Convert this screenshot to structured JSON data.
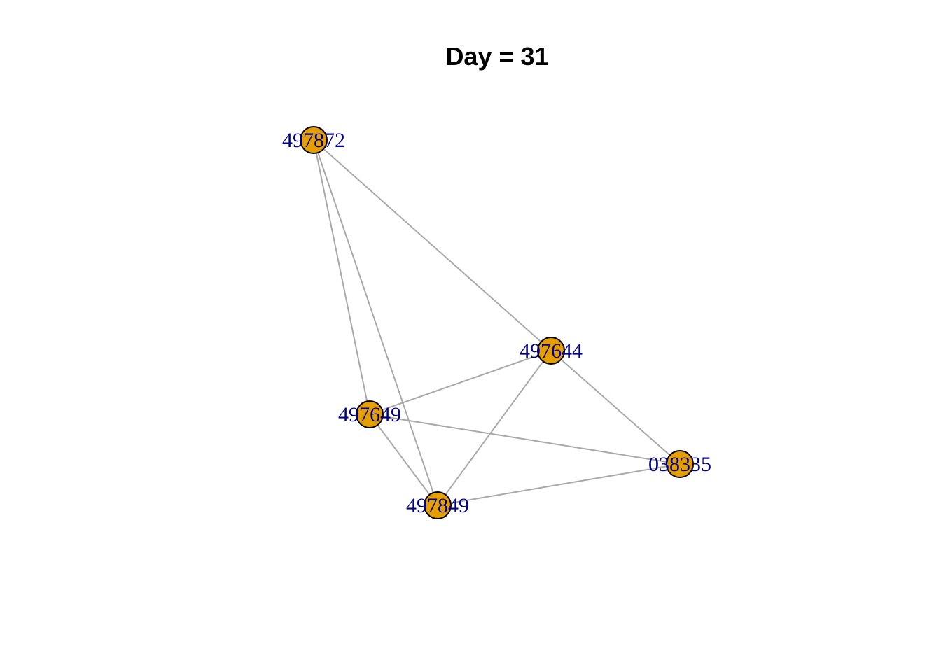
{
  "title": "Day = 31",
  "style": {
    "node_fill": "#E69F00",
    "node_stroke": "#000000",
    "edge_color": "#A9A9A9",
    "label_color": "#00008B"
  },
  "graph": {
    "nodes": [
      {
        "id": "n1",
        "label": "497872"
      },
      {
        "id": "n2",
        "label": "497644"
      },
      {
        "id": "n3",
        "label": "497649"
      },
      {
        "id": "n4",
        "label": "038335"
      },
      {
        "id": "n5",
        "label": "497849"
      }
    ],
    "edges": [
      {
        "source": "n1",
        "target": "n2"
      },
      {
        "source": "n1",
        "target": "n3"
      },
      {
        "source": "n1",
        "target": "n5"
      },
      {
        "source": "n2",
        "target": "n3"
      },
      {
        "source": "n2",
        "target": "n4"
      },
      {
        "source": "n2",
        "target": "n5"
      },
      {
        "source": "n3",
        "target": "n4"
      },
      {
        "source": "n3",
        "target": "n5"
      },
      {
        "source": "n4",
        "target": "n5"
      }
    ]
  }
}
